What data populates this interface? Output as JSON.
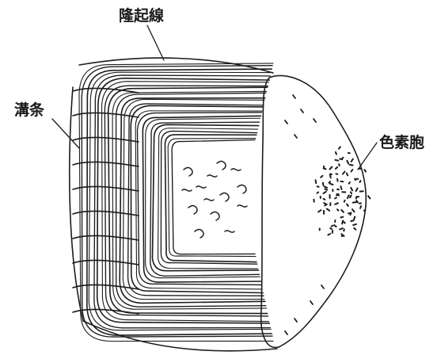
{
  "labels": {
    "ridge": "隆起線",
    "groove": "溝条",
    "chromatophore": "色素胞"
  }
}
